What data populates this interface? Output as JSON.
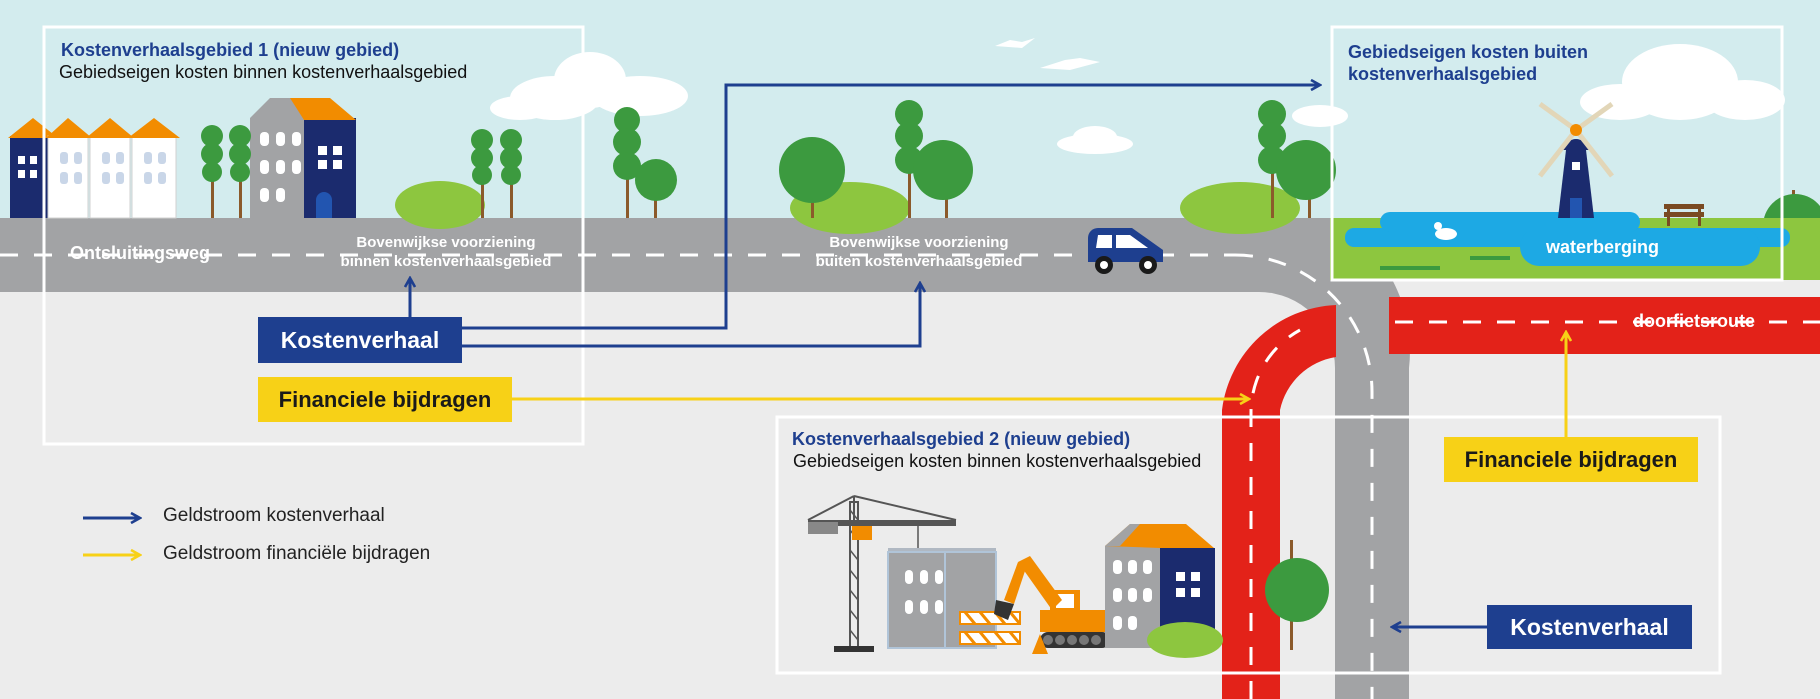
{
  "areas": {
    "area1": {
      "title": "Kostenverhaalsgebied 1 (nieuw gebied)",
      "subtitle": "Gebiedseigen kosten binnen kostenverhaalsgebied"
    },
    "area2": {
      "title": "Kostenverhaalsgebied 2 (nieuw gebied)",
      "subtitle": "Gebiedseigen kosten binnen kostenverhaalsgebied"
    },
    "outside": {
      "title_line1": "Gebiedseigen kosten buiten",
      "title_line2": "kostenverhaalsgebied"
    }
  },
  "road_labels": {
    "access_road": "Ontsluitingsweg",
    "inside_line1": "Bovenwijkse voorziening",
    "inside_line2": "binnen kostenverhaalsgebied",
    "outside_line1": "Bovenwijkse voorziening",
    "outside_line2": "buiten kostenverhaalsgebied",
    "water_storage": "waterberging",
    "bike_route": "doorfietsroute"
  },
  "flows": {
    "kostenverhaal_main": "Kostenverhaal",
    "kostenverhaal_right": "Kostenverhaal",
    "bijdragen_left": "Financiele bijdragen",
    "bijdragen_right": "Financiele bijdragen"
  },
  "legend": {
    "items": [
      {
        "label": "Geldstroom kostenverhaal",
        "color": "#1e3f8f"
      },
      {
        "label": "Geldstroom financiële bijdragen",
        "color": "#f7d117"
      }
    ]
  },
  "colors": {
    "sky": "#d3ecee",
    "ground": "#ececec",
    "road": "#a2a3a5",
    "bike_route": "#e32219",
    "water": "#1da9e4",
    "grass": "#8dc63f",
    "tree": "#3c9a3f",
    "navy": "#1e3f8f",
    "yellow": "#f7d117",
    "orange": "#f28c00"
  }
}
